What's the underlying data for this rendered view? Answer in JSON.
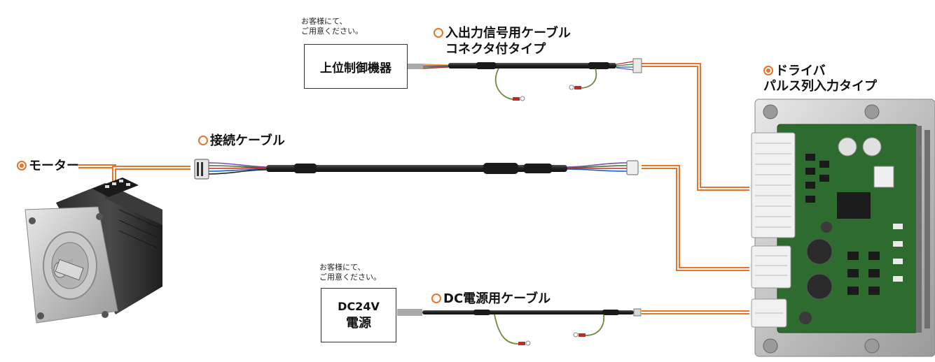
{
  "labels": {
    "motor": "モーター",
    "driver_line1": "ドライバ",
    "driver_line2": "パルス列入力タイプ",
    "io_cable_line1": "入出力信号用ケーブル",
    "io_cable_line2": "コネクタ付タイプ",
    "connection_cable": "接続ケーブル",
    "dc_cable": "DC電源用ケーブル",
    "upper_controller": "上位制御機器",
    "power_line1": "DC24V",
    "power_line2": "電源",
    "note_top_line1": "お客様にて、",
    "note_top_line2": "ご用意ください。",
    "note_bottom_line1": "お客様にて、",
    "note_bottom_line2": "ご用意ください。"
  },
  "colors": {
    "accent_orange": "#E8732A",
    "cable_black": "#2a2a2a",
    "pcb_green": "#2e6b2e",
    "ground_wire_green": "#6d8a3a"
  },
  "markers": {
    "provided_item": "filled-circle",
    "optional_item": "open-circle"
  }
}
